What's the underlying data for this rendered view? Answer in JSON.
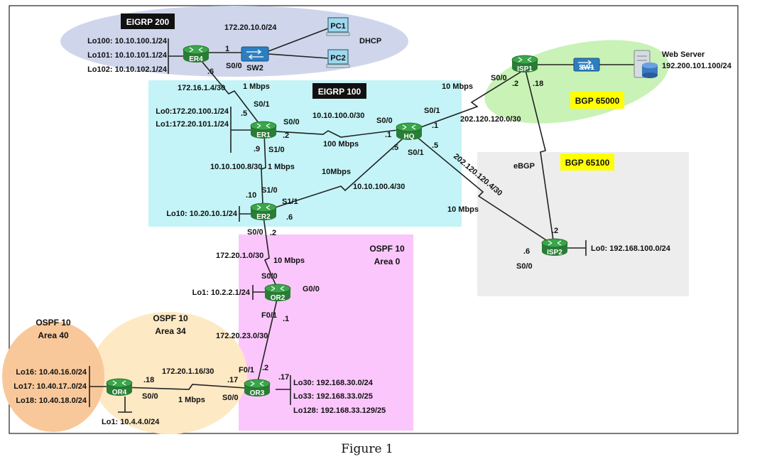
{
  "caption": "Figure 1",
  "colors": {
    "eigrp200": "#cfd6ec",
    "eigrp100": "#c4f4f7",
    "bgp65000": "#c9f2b6",
    "bgp65100": "#ededed",
    "ospf_area0": "#fbc6fb",
    "ospf_area34": "#fde9c4",
    "ospf_area40": "#f9c89a",
    "router": "#3aa64a",
    "tag_dark": "#111111",
    "tag_yellow": "#ffff00"
  },
  "zones": {
    "eigrp200": "EIGRP 200",
    "eigrp100": "EIGRP 100",
    "bgp65000": "BGP 65000",
    "bgp65100": "BGP 65100",
    "ospf0_line1": "OSPF 10",
    "ospf0_line2": "Area 0",
    "ospf34_line1": "OSPF 10",
    "ospf34_line2": "Area 34",
    "ospf40_line1": "OSPF 10",
    "ospf40_line2": "Area 40"
  },
  "devices": {
    "er4": "ER4",
    "er1": "ER1",
    "er2": "ER2",
    "hq": "HQ",
    "isp1": "ISP1",
    "isp2": "ISP2",
    "or2": "OR2",
    "or3": "OR3",
    "or4": "OR4",
    "sw2": "SW2",
    "sw1": "SW1",
    "pc1": "PC1",
    "pc2": "PC2",
    "web_server_line1": "Web Server",
    "web_server_line2": "192.200.101.100/24"
  },
  "labels": {
    "dhcp": "DHCP",
    "net_172_20_10": "172.20.10.0/24",
    "er4_lo100": "Lo100: 10.10.100.1/24",
    "er4_lo101": "Lo101: 10.10.101.1/24",
    "er4_lo102": "Lo102: 10.10.102.1/24",
    "er4_if1": "1",
    "er4_s00": "S0/0",
    "er4_dot6": ".6",
    "net_er4_er1": "172.16.1.4/30",
    "speed_er4_er1": "1 Mbps",
    "er1_s01": "S0/1",
    "er1_dot5": ".5",
    "er1_lo0": "Lo0:172.20.100.1/24",
    "er1_lo1": "Lo1:172.20.101.1/24",
    "er1_s00": "S0/0",
    "er1_dot2": ".2",
    "er1_dot9": ".9",
    "er1_s10": "S1/0",
    "net_er1_hq": "10.10.100.0/30",
    "speed_er1_hq": "100 Mbps",
    "hq_s00": "S0/0",
    "hq_dot1a": ".1",
    "hq_s01a": "S0/1",
    "hq_dot1b": ".1",
    "hq_dot5a": ".5",
    "hq_s01b": "S0/1",
    "hq_dot5b": ".5",
    "net_er1_er2": "10.10.100.8/30",
    "speed_er1_er2": "1 Mbps",
    "speed_er2_hq": "10Mbps",
    "net_er2_hq": "10.10.100.4/30",
    "er2_dot10": ".10",
    "er2_s10": "S1/0",
    "er2_s11": "S1/1",
    "er2_dot6": ".6",
    "er2_lo10": "Lo10: 10.20.10.1/24",
    "er2_s00": "S0/0",
    "er2_dot2": ".2",
    "speed_hq_isp1": "10 Mbps",
    "isp1_s00": "S0/0",
    "isp1_dot2": ".2",
    "isp1_dot18": ".18",
    "net_hq_isp1": "202.120.120.0/30",
    "ebgp": "eBGP",
    "net_hq_isp2": "202.120.120.4/30",
    "speed_hq_isp2": "10 Mbps",
    "isp2_dot2": ".2",
    "isp2_dot6": ".6",
    "isp2_s00": "S0/0",
    "isp2_lo0": "Lo0: 192.168.100.0/24",
    "net_er2_or2": "172.20.1.0/30",
    "speed_er2_or2": "10 Mbps",
    "or2_s00": "S0/0",
    "or2_lo1": "Lo1: 10.2.2.1/24",
    "or2_g00": "G0/0",
    "or2_f01": "F0/1",
    "or2_dot1": ".1",
    "net_or2_or3": "172.20.23.0/30",
    "or3_f01": "F0/1",
    "or3_dot2": ".2",
    "or3_dot17": ".17",
    "or3_lo30": "Lo30: 192.168.30.0/24",
    "or3_lo33": "Lo33: 192.168.33.0/25",
    "or3_lo128": "Lo128: 192.168.33.129/25",
    "net_or4_or3": "172.20.1.16/30",
    "speed_or4_or3": "1 Mbps",
    "or3_s00": "S0/0",
    "or3_dot17b": ".17",
    "or4_dot18": ".18",
    "or4_s00": "S0/0",
    "or4_lo16": "Lo16: 10.40.16.0/24",
    "or4_lo17": "Lo17: 10.40.17..0/24",
    "or4_lo18": "Lo18: 10.40.18.0/24",
    "or4_lo1": "Lo1: 10.4.4.0/24"
  }
}
